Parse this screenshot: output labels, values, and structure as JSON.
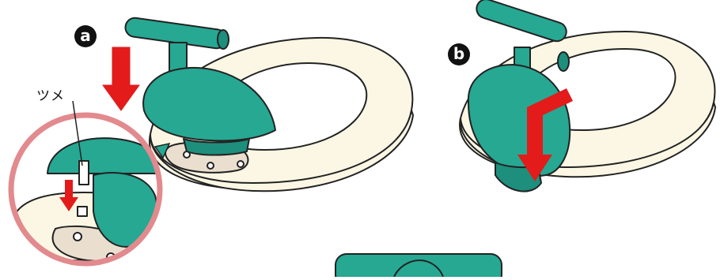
{
  "steps": {
    "a": {
      "badge": "a"
    },
    "b": {
      "badge": "b"
    }
  },
  "callout": {
    "label": "ツメ"
  },
  "colors": {
    "teal": "#26a893",
    "seat": "#fbf7e4",
    "plate": "#eadfcf",
    "arrow": "#e31b1b",
    "magnifier_ring": "#e28a8e",
    "outline": "#222222"
  },
  "icons": [
    "down-arrow-icon",
    "bent-arrow-icon",
    "screw-icon",
    "pointer-triangle-icon"
  ]
}
